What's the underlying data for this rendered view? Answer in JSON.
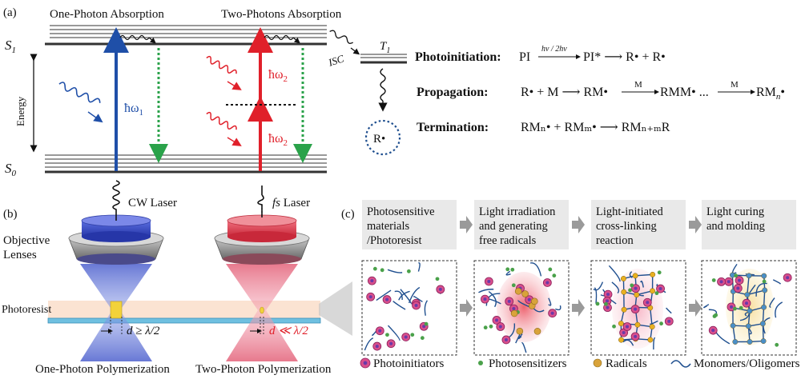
{
  "panel_a": {
    "label": "(a)",
    "one_photon_title": "One-Photon Absorption",
    "two_photon_title": "Two-Photons Absorption",
    "s1": "S",
    "s1_sub": "1",
    "s0": "S",
    "s0_sub": "0",
    "t1": "T",
    "t1_sub": "1",
    "isc": "ISC",
    "energy": "Energy",
    "hw1": "ħω",
    "hw1_sub": "1",
    "hw2": "ħω",
    "hw2_sub": "2",
    "radical": "R•",
    "reactions": {
      "photoinitiation_label": "Photoinitiation:",
      "photoinitiation_eq_start": "PI",
      "photoinitiation_arrow_label": "hv / 2hv",
      "photoinitiation_eq_end": "PI* ⟶ R• + R•",
      "propagation_label": "Propagation:",
      "propagation_eq_1": "R• + M ⟶ RM•",
      "propagation_m": "M",
      "propagation_eq_2": "RMM• ...",
      "propagation_eq_3": "RM",
      "propagation_eq_3_sub": "n",
      "propagation_eq_3_end": "•",
      "termination_label": "Termination:",
      "termination_eq": "RMₙ• + RMₘ• ⟶ RMₙ₊ₘR"
    }
  },
  "panel_b": {
    "label": "(b)",
    "cw_laser": "CW Laser",
    "fs": "fs",
    "fs_laser": " Laser",
    "objective": "Objective",
    "lenses": "Lenses",
    "photoresist": "Photoresist",
    "d_geq": "d ≥ λ/2",
    "d_ll": "d ≪ λ/2",
    "one_photon_poly": "One-Photon Polymerization",
    "two_photon_poly": "Two-Photon Polymerization"
  },
  "panel_c": {
    "label": "(c)",
    "steps": [
      {
        "lines": [
          "Photosensitive",
          "materials",
          "/Photoresist"
        ]
      },
      {
        "lines": [
          "Light irradiation",
          "and generating",
          "free radicals"
        ]
      },
      {
        "lines": [
          "Light-initiated",
          "cross-linking",
          "reaction"
        ]
      },
      {
        "lines": [
          "Light curing",
          "and molding"
        ]
      }
    ],
    "legend": [
      {
        "label": "Photoinitiators",
        "color": "#d94f8c"
      },
      {
        "label": "Photosensitizers",
        "color": "#4aa14a"
      },
      {
        "label": "Radicals",
        "color": "#d9a33a"
      },
      {
        "label": "Monomers/Oligomers",
        "color": "#1f4f8f"
      }
    ]
  },
  "colors": {
    "blue": "#1f4fa8",
    "red": "#e0202a",
    "green": "#2aa24a",
    "pink": "#e0488a",
    "dark": "#333333"
  }
}
